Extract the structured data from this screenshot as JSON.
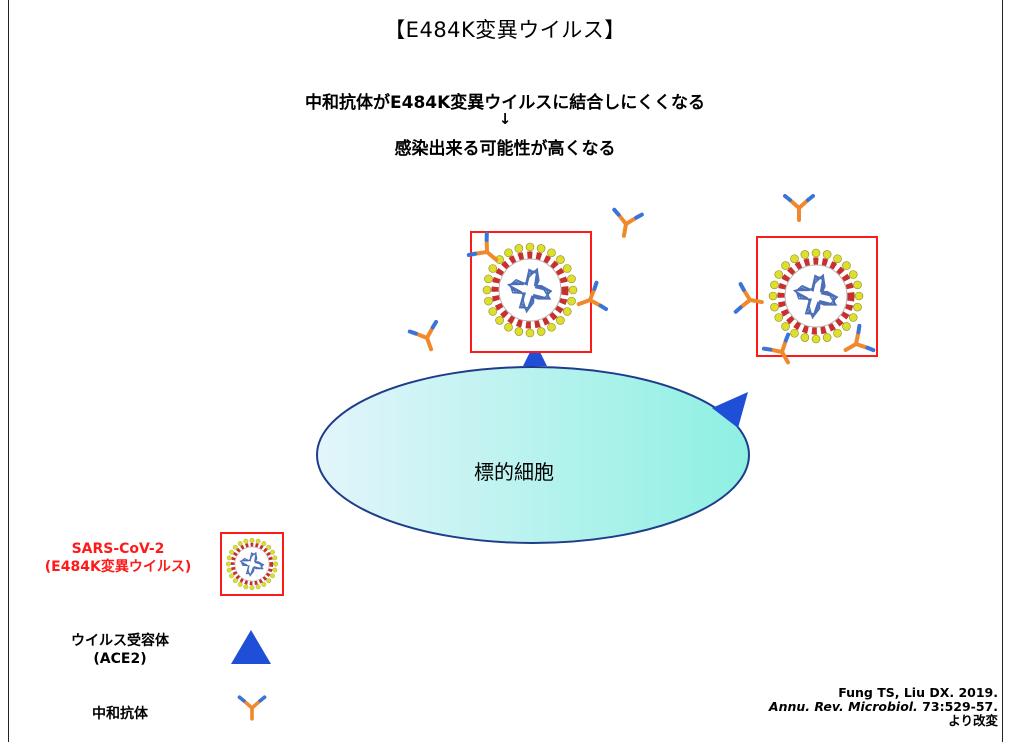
{
  "title": "【E484K変異ウイルス】",
  "headline": {
    "line1": "中和抗体がE484K変異ウイルスに結合しにくくなる",
    "arrow": "↓",
    "line2": "感染出来る可能性が高くなる"
  },
  "cell_label": "標的細胞",
  "legend": {
    "virus_line1": "SARS-CoV-2",
    "virus_line2": "(E484K変異ウイルス)",
    "receptor_line1": "ウイルス受容体",
    "receptor_line2": "(ACE2)",
    "antibody": "中和抗体"
  },
  "citation": {
    "authors": "Fung TS, Liu DX. 2019.",
    "journal": "Annu. Rev. Microbiol.",
    "pages": "73:529-57.",
    "note": "より改変"
  },
  "colors": {
    "box_red": "#ff1a1a",
    "receptor_blue": "#1f4fd6",
    "antibody_orange": "#f0892b",
    "antibody_blue": "#3a74d6",
    "cell_fill_left": "#e3f5fb",
    "cell_fill_right": "#8ef0e2",
    "spike_yellow": "#dede2e"
  },
  "icons": [
    "virus-icon",
    "receptor-triangle-icon",
    "antibody-y-icon"
  ]
}
